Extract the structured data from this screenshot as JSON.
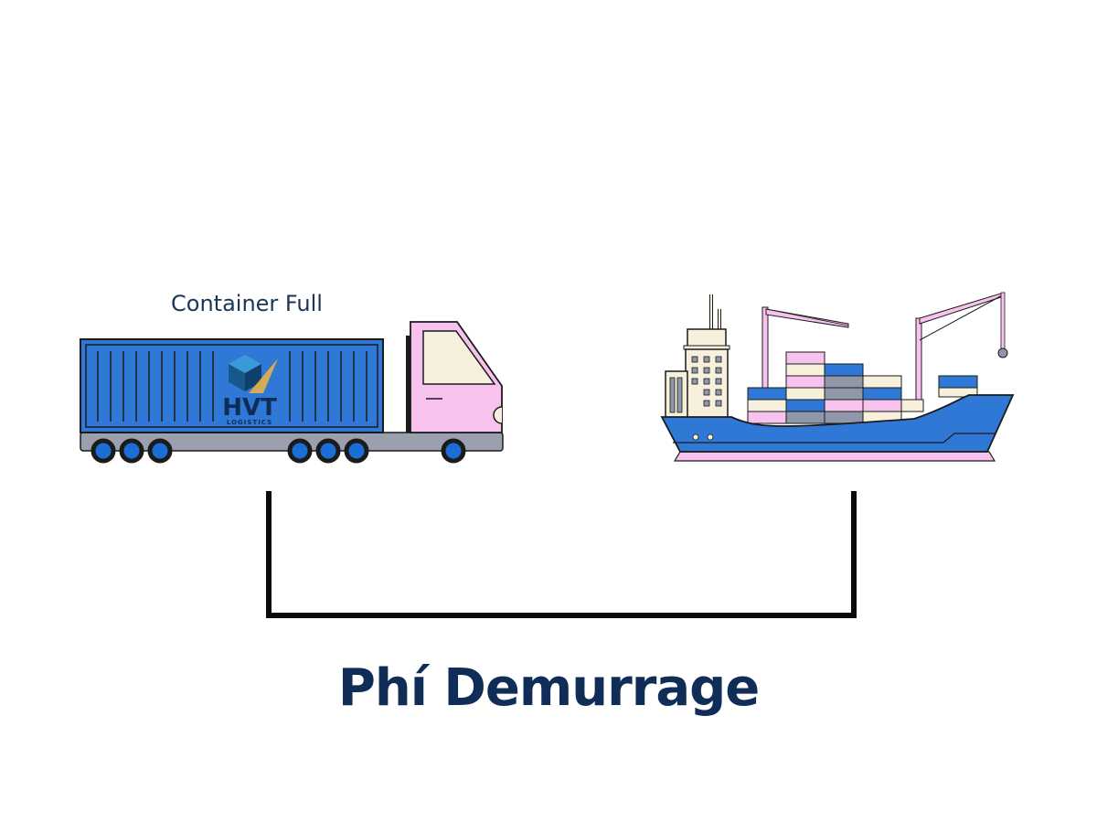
{
  "labels": {
    "container_full": "Container Full",
    "title": "Phí Demurrage"
  },
  "logo": {
    "text": "HVT",
    "subtext": "LOGISTICS"
  },
  "colors": {
    "navy": "#0f2d57",
    "container_blue": "#2f78d6",
    "cab_pink": "#f7c2ee",
    "cream": "#f6f0dc",
    "chassis_gray": "#9aa0ae",
    "container_gray": "#8f97a8",
    "outline": "#1b1b1b"
  },
  "icons": {
    "truck": "truck-icon",
    "ship": "cargo-ship-icon"
  }
}
